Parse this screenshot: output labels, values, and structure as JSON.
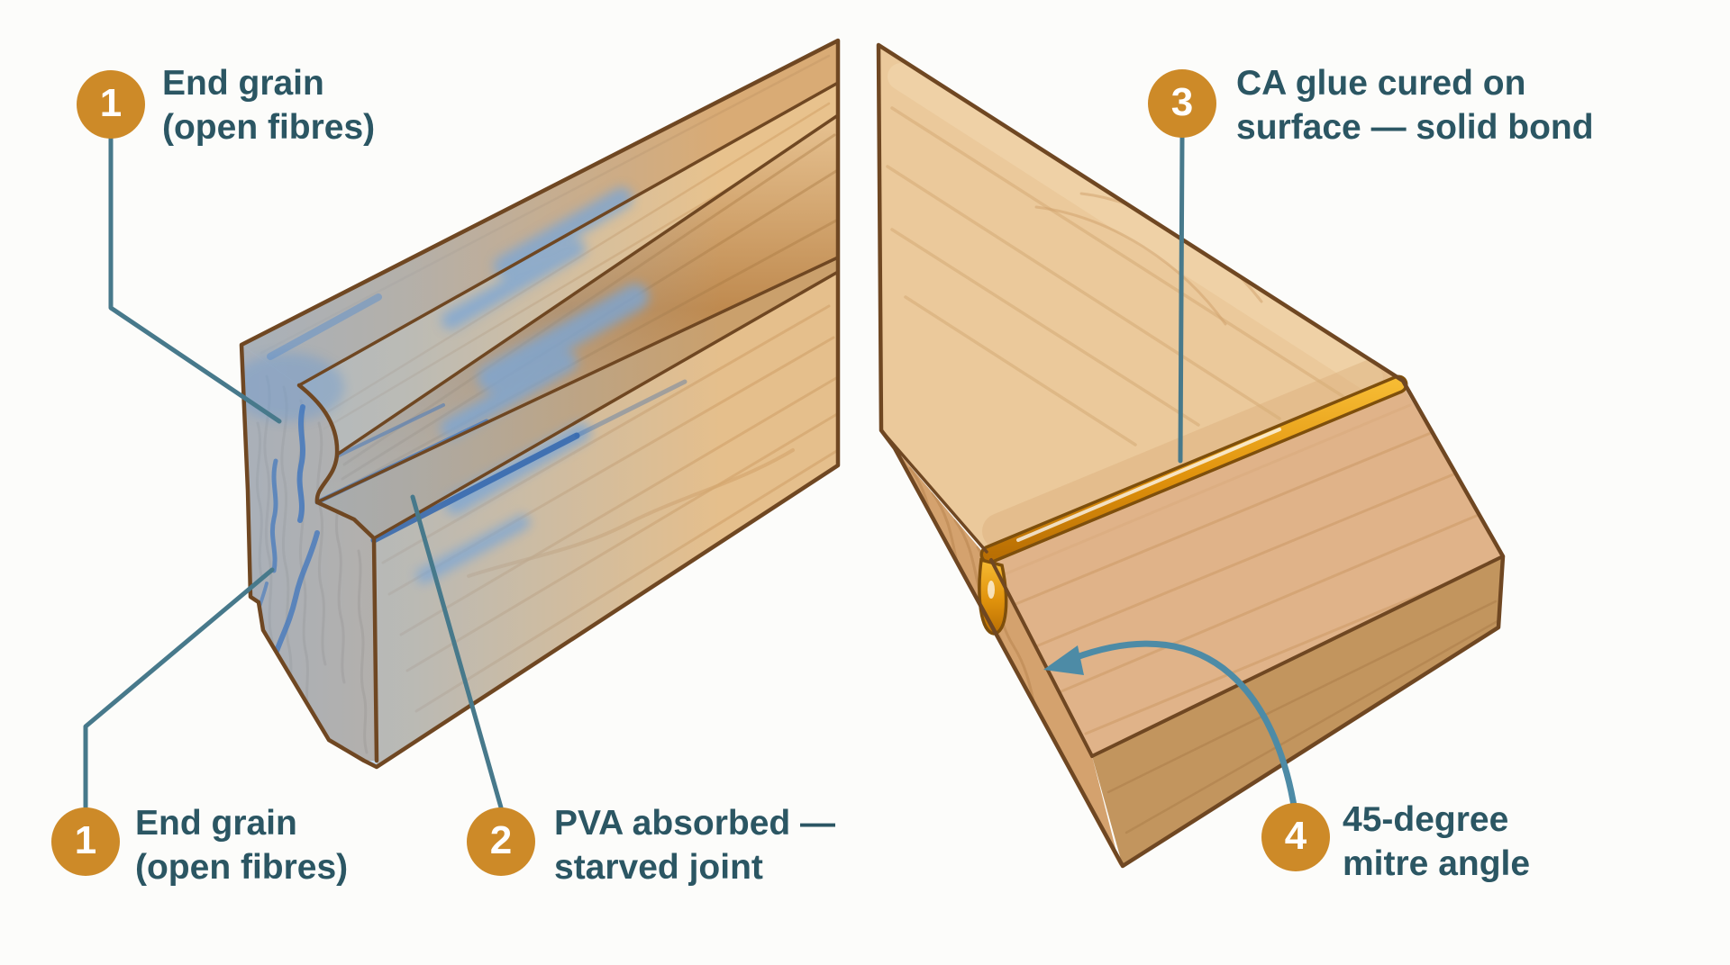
{
  "diagram": {
    "background_color": "#fcfcfa",
    "callouts": [
      {
        "number": "1",
        "line1": "End grain",
        "line2": "(open fibres)"
      },
      {
        "number": "1",
        "line1": "End grain",
        "line2": "(open fibres)"
      },
      {
        "number": "2",
        "line1": "PVA absorbed —",
        "line2": "starved joint"
      },
      {
        "number": "3",
        "line1": "CA glue cured on",
        "line2": "surface — solid bond"
      },
      {
        "number": "4",
        "line1": "45-degree",
        "line2": "mitre angle"
      }
    ],
    "colors": {
      "background": "#fcfcfa",
      "badge": "#cd8a28",
      "label_text": "#2b5663",
      "leader_line": "#47798b",
      "arrow": "#4d8ba6",
      "pva_glue_blue": "#5d8fcb",
      "ca_glue_amber": "#e09410",
      "wood_light": "#e9c597",
      "wood_outline": "#6f4722"
    }
  }
}
